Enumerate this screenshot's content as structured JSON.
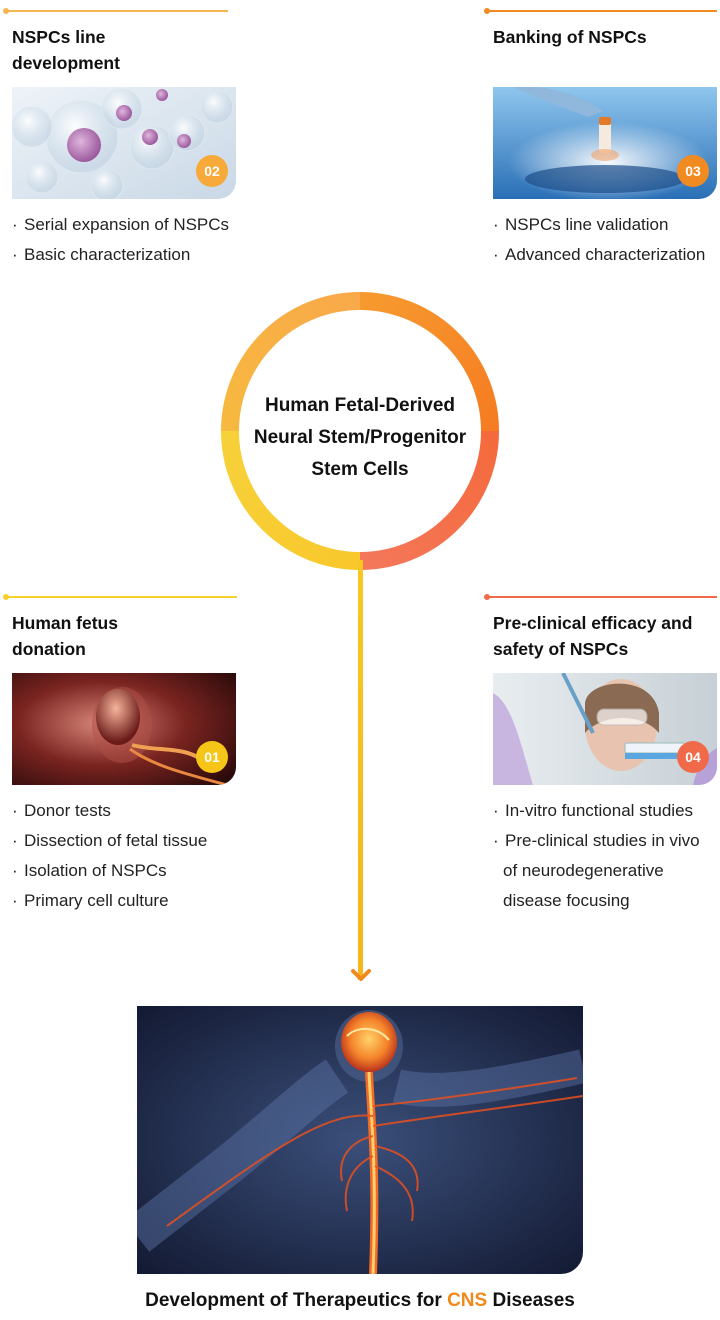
{
  "center": {
    "lines": [
      "Human Fetal-Derived",
      "Neural Stem/Progenitor",
      "Stem Cells"
    ]
  },
  "steps": [
    {
      "number": "02",
      "title_lines": [
        "NSPCs line",
        "development"
      ],
      "bullets": [
        "Serial expansion of NSPCs",
        "Basic characterization"
      ],
      "color": "#f7a93a"
    },
    {
      "number": "03",
      "title_lines": [
        "Banking of NSPCs"
      ],
      "bullets": [
        "NSPCs line validation",
        "Advanced characterization"
      ],
      "color": "#f28a22"
    },
    {
      "number": "01",
      "title_lines": [
        "Human fetus",
        "donation"
      ],
      "bullets": [
        "Donor tests",
        "Dissection of fetal tissue",
        "Isolation of NSPCs",
        "Primary cell culture"
      ],
      "color": "#f5c518"
    },
    {
      "number": "04",
      "title_lines": [
        "Pre-clinical efficacy and",
        "safety of NSPCs"
      ],
      "bullets": [
        "In-vitro functional studies",
        "Pre-clinical studies in vivo",
        "of neurodegenerative",
        "disease focusing"
      ],
      "color": "#f06a4a"
    }
  ],
  "bottom": {
    "caption_before": "Development of Therapeutics for ",
    "caption_highlight": "CNS",
    "caption_after": " Diseases"
  },
  "bullet_mark": "·"
}
